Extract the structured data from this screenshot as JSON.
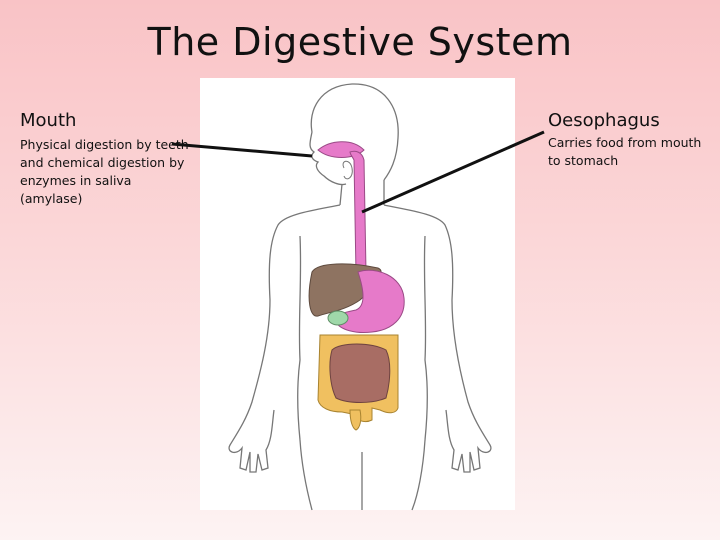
{
  "title": "The Digestive System",
  "labels": {
    "mouth": {
      "title": "Mouth",
      "description": "Physical digestion by teeth and chemical digestion by enzymes in saliva (amylase)"
    },
    "oesophagus": {
      "title": "Oesophagus",
      "description": "Carries food from mouth to stomach"
    }
  },
  "colors": {
    "background_top": "#f9c3c6",
    "background_bottom": "#fdf3f3",
    "oesophagus": "#e67ac9",
    "stomach": "#e67ac9",
    "liver": "#8e7361",
    "large_intestine": "#f0c060",
    "small_intestine": "#a86d64",
    "gall_bladder": "#9fd8a9"
  }
}
